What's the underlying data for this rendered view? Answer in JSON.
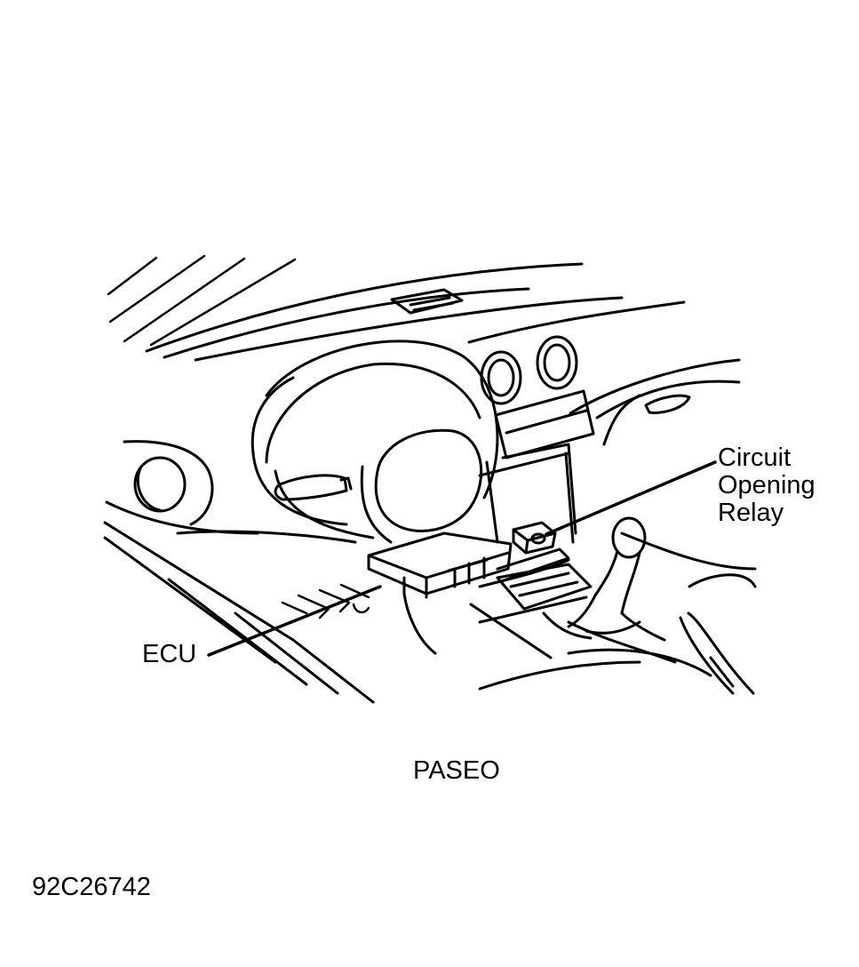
{
  "labels": {
    "ecu": "ECU",
    "relay_line1": "Circuit",
    "relay_line2": "Opening",
    "relay_line3": "Relay",
    "model": "PASEO",
    "figure_code": "92C26742"
  },
  "colors": {
    "ink": "#000000",
    "paper": "#ffffff"
  }
}
